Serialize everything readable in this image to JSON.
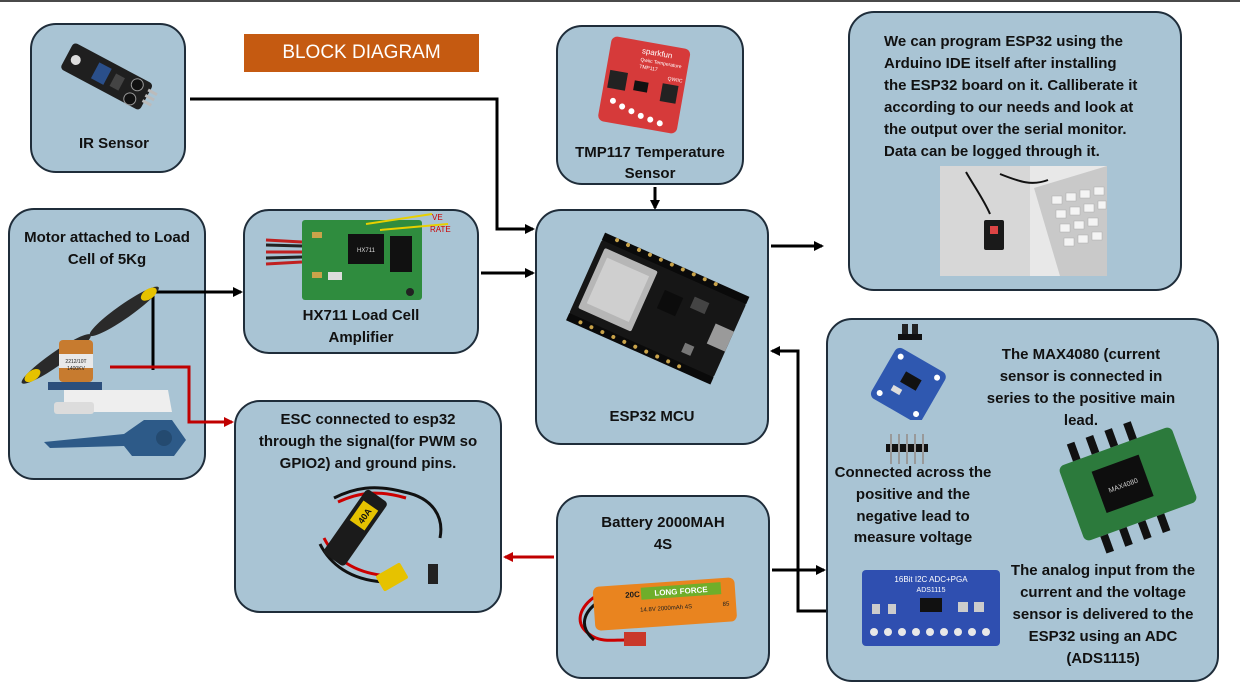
{
  "title": "BLOCK DIAGRAM",
  "colors": {
    "box_fill": "#a9c4d4",
    "box_border": "#1f2d3a",
    "title_fill": "#c55a11",
    "wire_black": "#000000",
    "wire_red": "#c00000"
  },
  "blocks": {
    "ir_sensor": {
      "label": "IR Sensor"
    },
    "motor": {
      "label_line1": "Motor attached to Load",
      "label_line2": "Cell of 5Kg"
    },
    "hx711": {
      "label_line1": "HX711 Load Cell",
      "label_line2": "Amplifier"
    },
    "esc": {
      "label_line1": "ESC connected to esp32",
      "label_line2": "through the signal(for PWM so",
      "label_line3": "GPIO2) and ground pins."
    },
    "tmp117": {
      "label_line1": "TMP117 Temperature",
      "label_line2": "Sensor"
    },
    "esp32": {
      "label": "ESP32 MCU"
    },
    "battery": {
      "label_line1": "Battery 2000MAH",
      "label_line2": "4S"
    },
    "program": {
      "lines": [
        "We can program ESP32 using the",
        "Arduino IDE itself after installing",
        "the ESP32 board on it. Calliberate it",
        "according to our needs and look at",
        "the output over the serial monitor.",
        "Data can be logged through it."
      ]
    },
    "sensors": {
      "max4080_lines": [
        "The MAX4080 (current",
        "sensor is connected in",
        "series to the positive main",
        "lead."
      ],
      "voltage_lines": [
        "Connected across the",
        "positive and the",
        "negative lead to",
        "measure voltage"
      ],
      "adc_lines": [
        "The analog input from the",
        "current and the voltage",
        "sensor is delivered to the",
        "ESP32 using an ADC",
        "(ADS1115)"
      ]
    }
  },
  "pictures": {
    "tmp117_board_text": [
      "sparkfun",
      "Qwiic Temperature",
      "TMP117",
      "QWIIC"
    ],
    "hx711_board_text": [
      "HX711",
      "VE",
      "RATE"
    ],
    "esc_text": [
      "40A"
    ],
    "battery_text": [
      "20C",
      "LONG FORCE",
      "14.8V 2000mAh 4S",
      "85"
    ],
    "adc_board_text": [
      "16Bit I2C ADC+PGA",
      "ADS1115"
    ],
    "motor_text": [
      "2212/10T",
      "1400KV"
    ],
    "max_board_text": [
      "MAX4080"
    ]
  }
}
